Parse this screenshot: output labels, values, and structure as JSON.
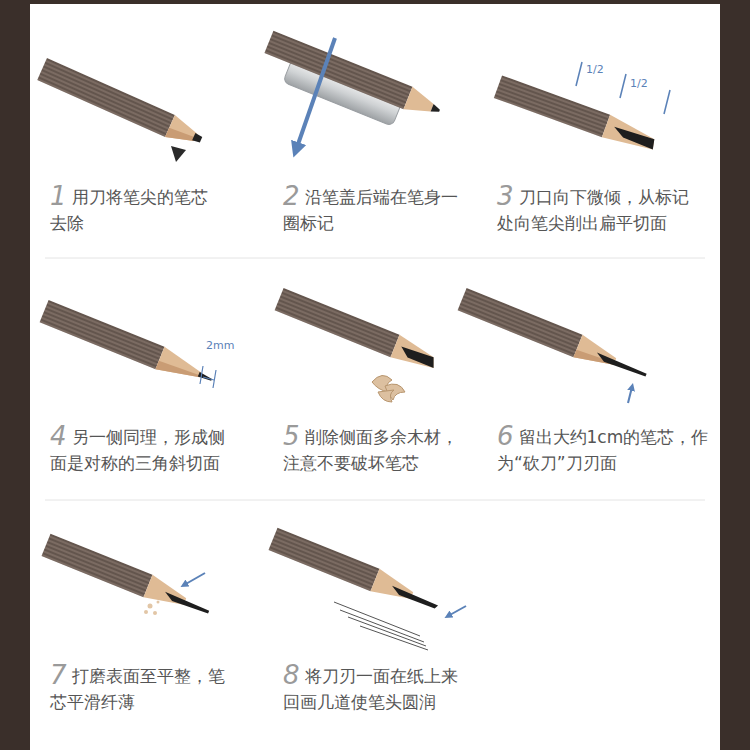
{
  "diagram": {
    "labels": [
      "1/2",
      "1/2",
      "1",
      "用刀将笔尖的笔芯去除",
      "2",
      "沿笔盖后端在笔身一圈标记",
      "3",
      "刀口向下微倾，从标记处向笔尖削出扁平切面",
      "2mm",
      "4",
      "另一侧同理，形成侧面是对称的三角斜切面",
      "5",
      "削除侧面多余木材，注意不要破坏笔芯",
      "6",
      "留出大约1cm的笔芯，作为“砍刀”刀刃面",
      "7",
      "打磨表面至平整，笔芯平滑纤薄",
      "8",
      "将刀刃一面在纸上来回画几道使笔头圆润"
    ]
  }
}
